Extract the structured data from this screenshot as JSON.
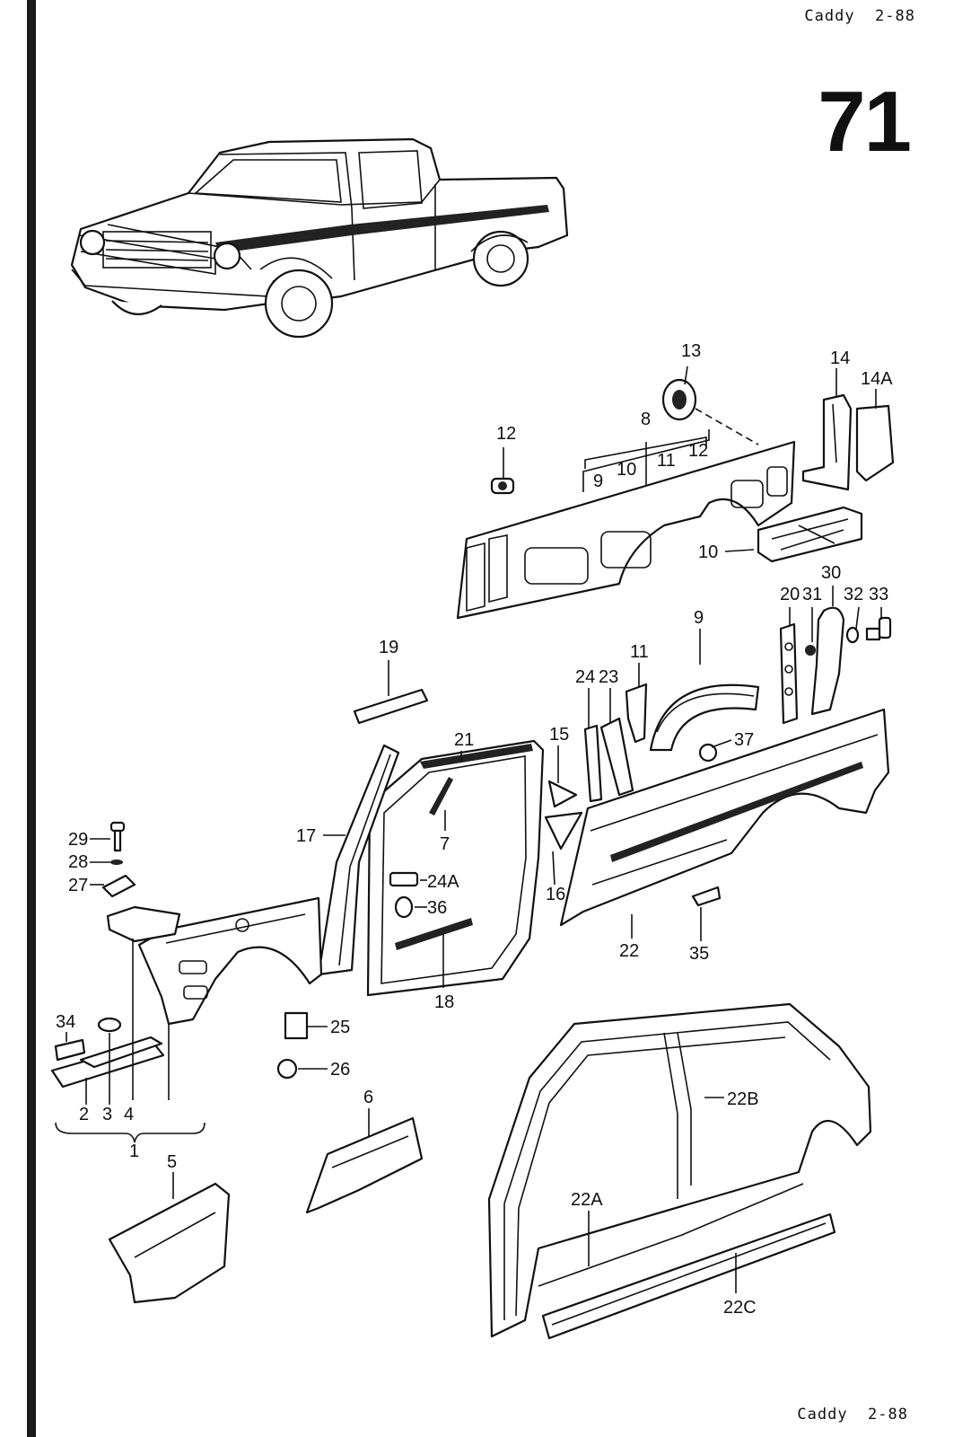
{
  "header": {
    "model": "Caddy",
    "date": "2-88",
    "page_number": "71"
  },
  "footer": {
    "model": "Caddy",
    "date": "2-88"
  },
  "part_labels": {
    "p1": "1",
    "p2": "2",
    "p3": "3",
    "p4": "4",
    "p5": "5",
    "p6": "6",
    "p7": "7",
    "p8": "8",
    "p9a": "9",
    "p9b": "9",
    "p10a": "10",
    "p10b": "10",
    "p11a": "11",
    "p11b": "11",
    "p12a": "12",
    "p12b": "12",
    "p13": "13",
    "p14": "14",
    "p14a": "14A",
    "p15": "15",
    "p16": "16",
    "p17": "17",
    "p18": "18",
    "p19": "19",
    "p20": "20",
    "p21": "21",
    "p22": "22",
    "p22a": "22A",
    "p22b": "22B",
    "p22c": "22C",
    "p23": "23",
    "p24": "24",
    "p24a": "24A",
    "p25": "25",
    "p26": "26",
    "p27": "27",
    "p28": "28",
    "p29": "29",
    "p30": "30",
    "p31": "31",
    "p32": "32",
    "p33": "33",
    "p34": "34",
    "p35": "35",
    "p36": "36",
    "p37": "37"
  }
}
